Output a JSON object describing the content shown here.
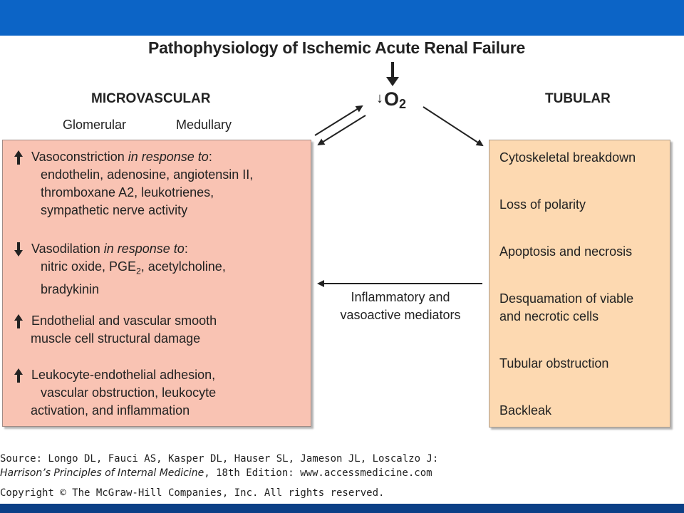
{
  "title": "Pathophysiology of Ischemic Acute Renal Failure",
  "microvascular": {
    "heading": "MICROVASCULAR",
    "sub_glomerular": "Glomerular",
    "sub_medullary": "Medullary"
  },
  "tubular": {
    "heading": "TUBULAR"
  },
  "o2": {
    "arrow": "↓",
    "label": "O",
    "subscript": "2"
  },
  "left_box": {
    "vasoconstriction": {
      "direction": "up",
      "head": "Vasoconstriction ",
      "qualifier": "in response to",
      "colon": ":",
      "lines": [
        "endothelin, adenosine, angiotensin II,",
        "thromboxane A2, leukotrienes,",
        "sympathetic nerve activity"
      ]
    },
    "vasodilation": {
      "direction": "down",
      "head": "Vasodilation ",
      "qualifier": "in response to",
      "colon": ":",
      "line1_pre": "nitric oxide, PGE",
      "line1_sub": "2",
      "line1_post": ", acetylcholine,",
      "line2": "bradykinin"
    },
    "structural_damage": {
      "direction": "up",
      "head": "Endothelial and vascular smooth",
      "line2": "muscle cell structural damage"
    },
    "adhesion": {
      "direction": "up",
      "head": "Leukocyte-endothelial adhesion,",
      "lines": [
        "vascular obstruction, leukocyte",
        "activation, and inflammation"
      ]
    }
  },
  "right_box": {
    "items": [
      "Cytoskeletal breakdown",
      "Loss of polarity",
      "Apoptosis and necrosis",
      "Desquamation of viable",
      "and necrotic cells",
      "Tubular obstruction",
      "Backleak"
    ]
  },
  "mediators": {
    "line1": "Inflammatory and",
    "line2": "vasoactive mediators"
  },
  "source": {
    "line1": "Source: Longo DL, Fauci AS, Kasper DL, Hauser SL, Jameson JL, Loscalzo J:",
    "line2_italic": "Harrison’s Principles of Internal Medicine",
    "line2_rest": ", 18th Edition: www.accessmedicine.com",
    "line3": "Copyright © The McGraw-Hill Companies, Inc. All rights reserved."
  },
  "colors": {
    "header_bar": "#0c64c6",
    "footer_bar": "#0b3f86",
    "microvascular_box": "#f9c3b3",
    "tubular_box": "#fdd9b1"
  }
}
